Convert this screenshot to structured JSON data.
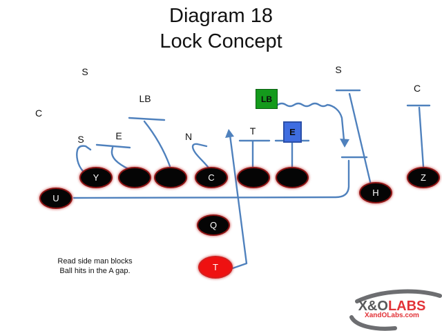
{
  "title": {
    "line1": "Diagram 18",
    "line2": "Lock Concept"
  },
  "defense": {
    "safety_left": "S",
    "corner_left": "C",
    "lb_left": "LB",
    "sam": "S",
    "end_left": "E",
    "nose": "N",
    "tackle": "T",
    "end_right_boxed": "E",
    "lb_right_boxed": "LB",
    "safety_right": "S",
    "corner_right": "C"
  },
  "offense": {
    "y": "Y",
    "center": "C",
    "z": "Z",
    "u": "U",
    "h": "H",
    "q": "Q",
    "tailback": "T"
  },
  "notes": {
    "line1": "Read side man blocks",
    "line2": "Ball hits in the A gap."
  },
  "logo": {
    "brand_gray": "X&O",
    "brand_red": "LABS",
    "site": "XandOLabs.com"
  },
  "colors": {
    "line_blue": "#4f81bd",
    "oval_fill": "#050505",
    "oval_outline": "#8c1515",
    "ball_carrier_red": "#ee1111",
    "lb_box_green": "#149a1c",
    "end_box_blue": "#3f6de0",
    "logo_gray": "#58595b",
    "logo_red": "#e23338"
  }
}
